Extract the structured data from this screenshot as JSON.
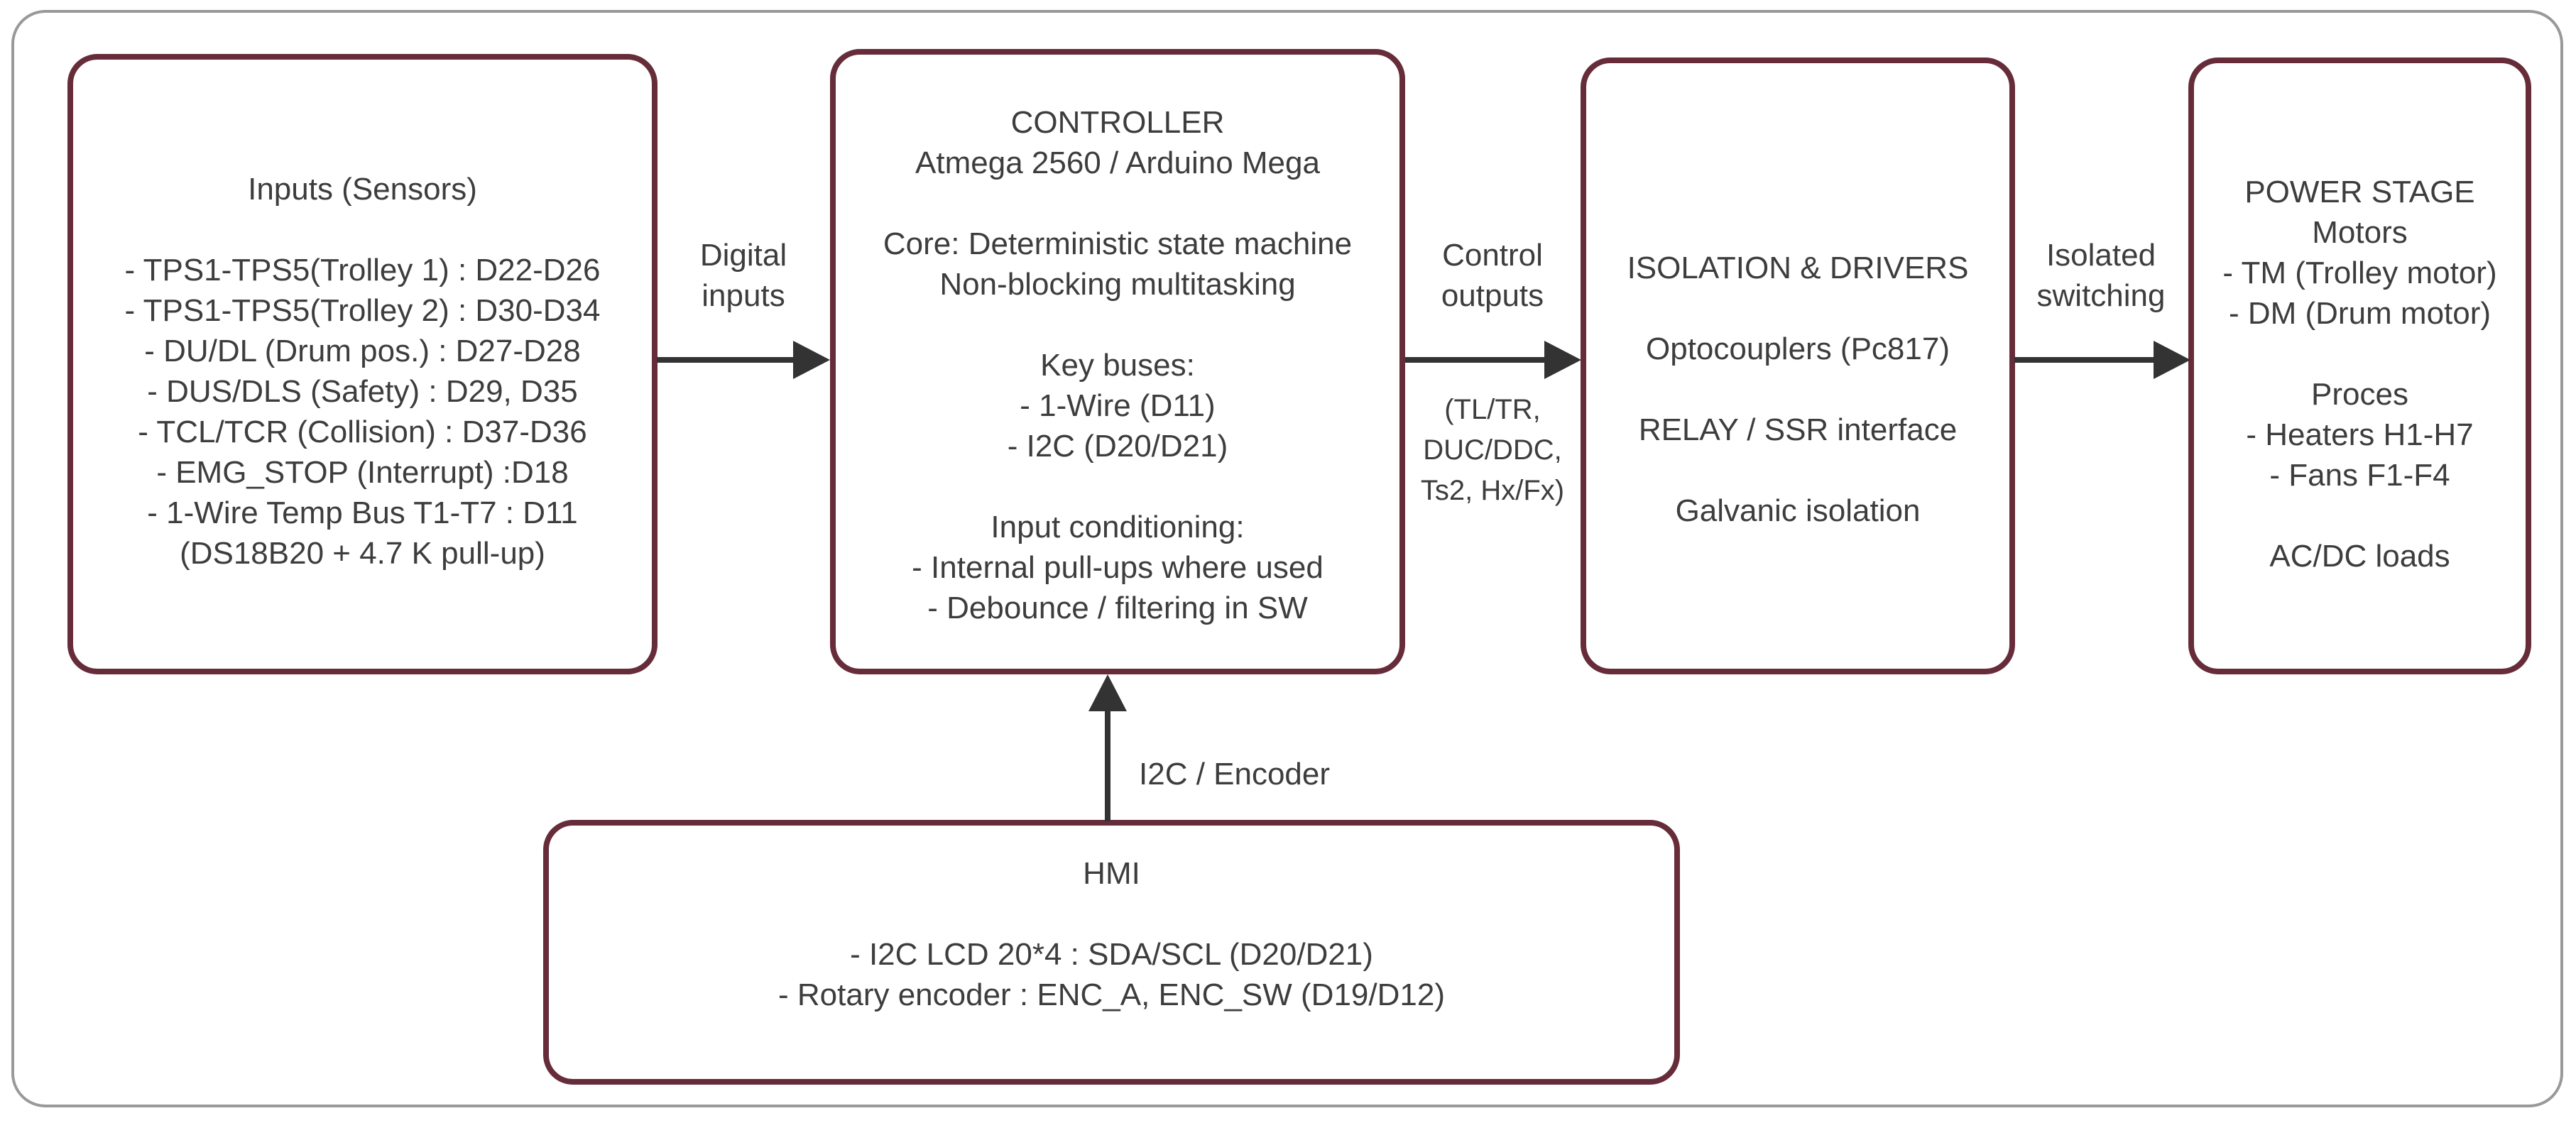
{
  "diagram": {
    "kind": "system-block-diagram",
    "colors": {
      "background": "#ffffff",
      "outer_frame": "#999999",
      "box_border": "#662c3a",
      "text": "#3d3d3d",
      "arrow": "#333333"
    }
  },
  "boxes": {
    "inputs": {
      "title": "Inputs (Sensors)",
      "body": "- TPS1-TPS5(Trolley 1) : D22-D26\n- TPS1-TPS5(Trolley 2) : D30-D34\n- DU/DL (Drum pos.) : D27-D28\n- DUS/DLS (Safety) : D29, D35\n- TCL/TCR (Collision) : D37-D36\n- EMG_STOP (Interrupt) :D18\n- 1-Wire Temp Bus T1-T7 : D11\n(DS18B20 + 4.7 K pull-up)"
    },
    "controller": {
      "title": "CONTROLLER",
      "subtitle": "Atmega 2560 / Arduino Mega",
      "body": "Core: Deterministic state machine\nNon-blocking multitasking\n\nKey buses:\n- 1-Wire (D11)\n- I2C (D20/D21)\n\nInput conditioning:\n- Internal pull-ups where used\n- Debounce / filtering in SW"
    },
    "isolation": {
      "title": "ISOLATION & DRIVERS",
      "body": "Optocouplers (Pc817)\n\nRELAY / SSR interface\n\nGalvanic isolation"
    },
    "power": {
      "title": "POWER STAGE",
      "body": "Motors\n- TM (Trolley motor)\n- DM (Drum motor)\n\nProces\n- Heaters H1-H7\n- Fans F1-F4\n\nAC/DC loads"
    },
    "hmi": {
      "title": "HMI",
      "body": "- I2C LCD 20*4 : SDA/SCL (D20/D21)\n- Rotary encoder : ENC_A, ENC_SW (D19/D12)"
    }
  },
  "arrows": {
    "digital_inputs": {
      "label": "Digital\ninputs",
      "from": "inputs",
      "to": "controller"
    },
    "control_outputs": {
      "label": "Control\noutputs",
      "signals": "(TL/TR,\nDUC/DDC,\nTs2, Hx/Fx)",
      "from": "controller",
      "to": "isolation"
    },
    "isolated_switching": {
      "label": "Isolated\nswitching",
      "from": "isolation",
      "to": "power"
    },
    "i2c_encoder": {
      "label": "I2C / Encoder",
      "from": "hmi",
      "to": "controller"
    }
  }
}
